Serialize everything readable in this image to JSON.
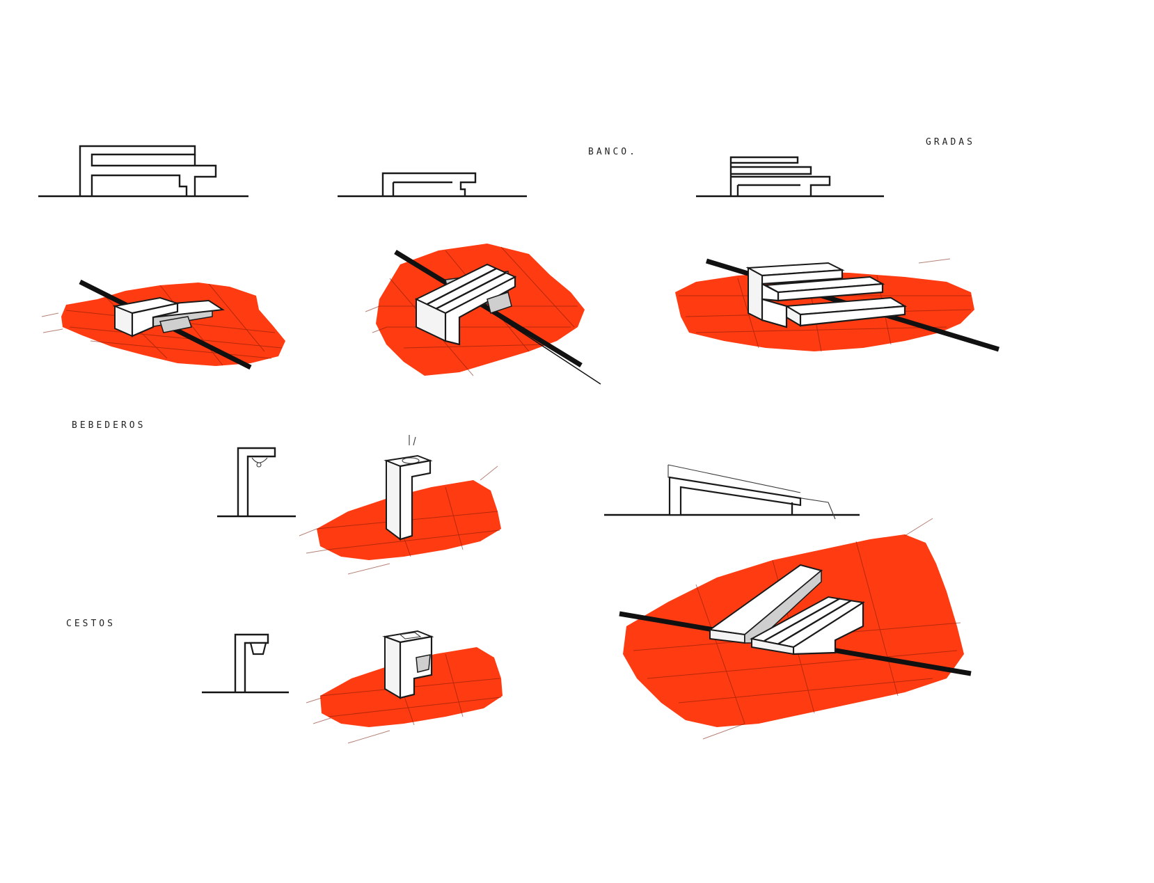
{
  "labels": {
    "banco": "BANCO.",
    "gradas": "GRADAS",
    "bebederos": "BEBEDEROS",
    "cestos": "CESTOS"
  },
  "colors": {
    "ground_red": "#ff3b12",
    "ink": "#1a1a1a",
    "paper": "#ffffff"
  }
}
